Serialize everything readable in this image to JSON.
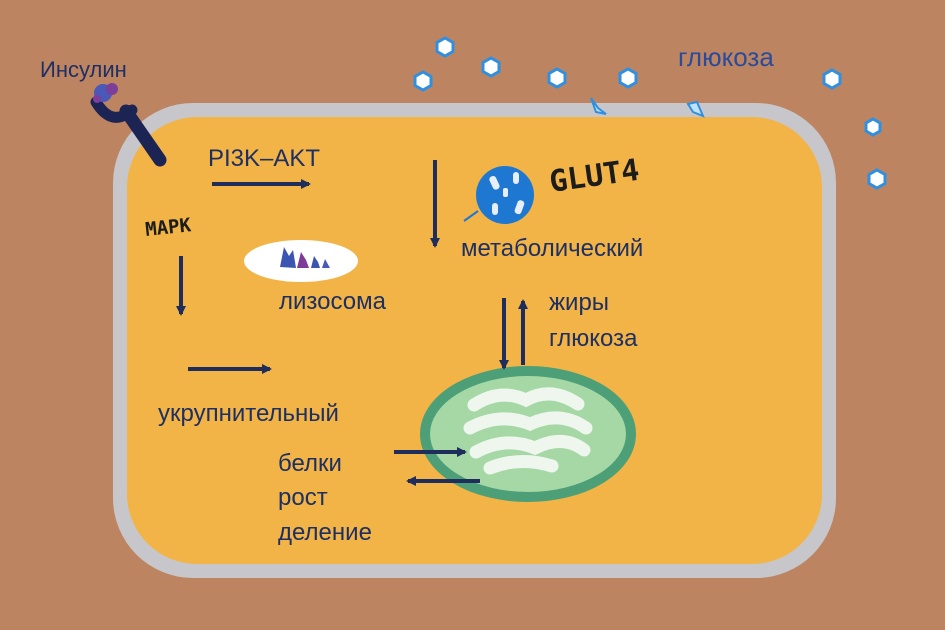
{
  "labels": {
    "insulin": "Инсулин",
    "glucose_out": "глюкоза",
    "pi3k_akt": "PI3K–AKT",
    "glut4": "GLUT4",
    "mapk": "MAPK",
    "metabolic": "метаболический",
    "lysosome": "лизосома",
    "fats": "жиры",
    "glucose_in": "глюкоза",
    "growth_signal": "укрупнительный",
    "proteins": "белки",
    "growth": "рост",
    "division": "деление"
  },
  "colors": {
    "background": "#bd8461",
    "cell_membrane": "#c7c7cb",
    "cytoplasm": "#f2b446",
    "arrows": "#1f2d5c",
    "glut4": "#1e78d2",
    "mitochondrion": "#a6d8a6",
    "glucose": "#2f8fe0"
  }
}
